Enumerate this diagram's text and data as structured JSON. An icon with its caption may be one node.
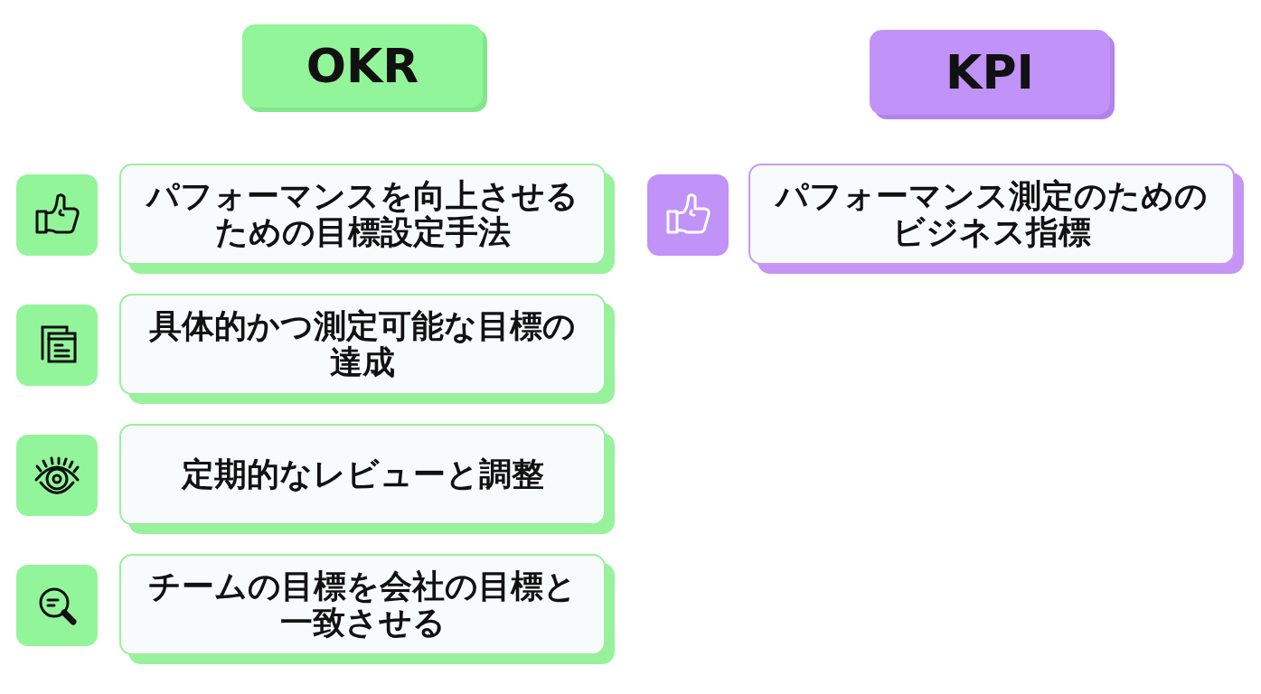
{
  "diagram": {
    "nodes": [
      {
        "text": [
          "OKR"
        ]
      },
      {
        "text": [
          "KPI"
        ]
      },
      {
        "text": [
          "パフォーマンスを向上させるための目標設定手法"
        ]
      },
      {
        "text": [
          "パフォーマンス測定のためのビジネス指標"
        ]
      },
      {
        "text": [
          "具体的かつ測定可能な目標の達成"
        ]
      },
      {
        "text": [
          "定期的なレビューと調整"
        ]
      },
      {
        "text": [
          "チームの目標を会社の目標と一致させる"
        ]
      }
    ]
  }
}
